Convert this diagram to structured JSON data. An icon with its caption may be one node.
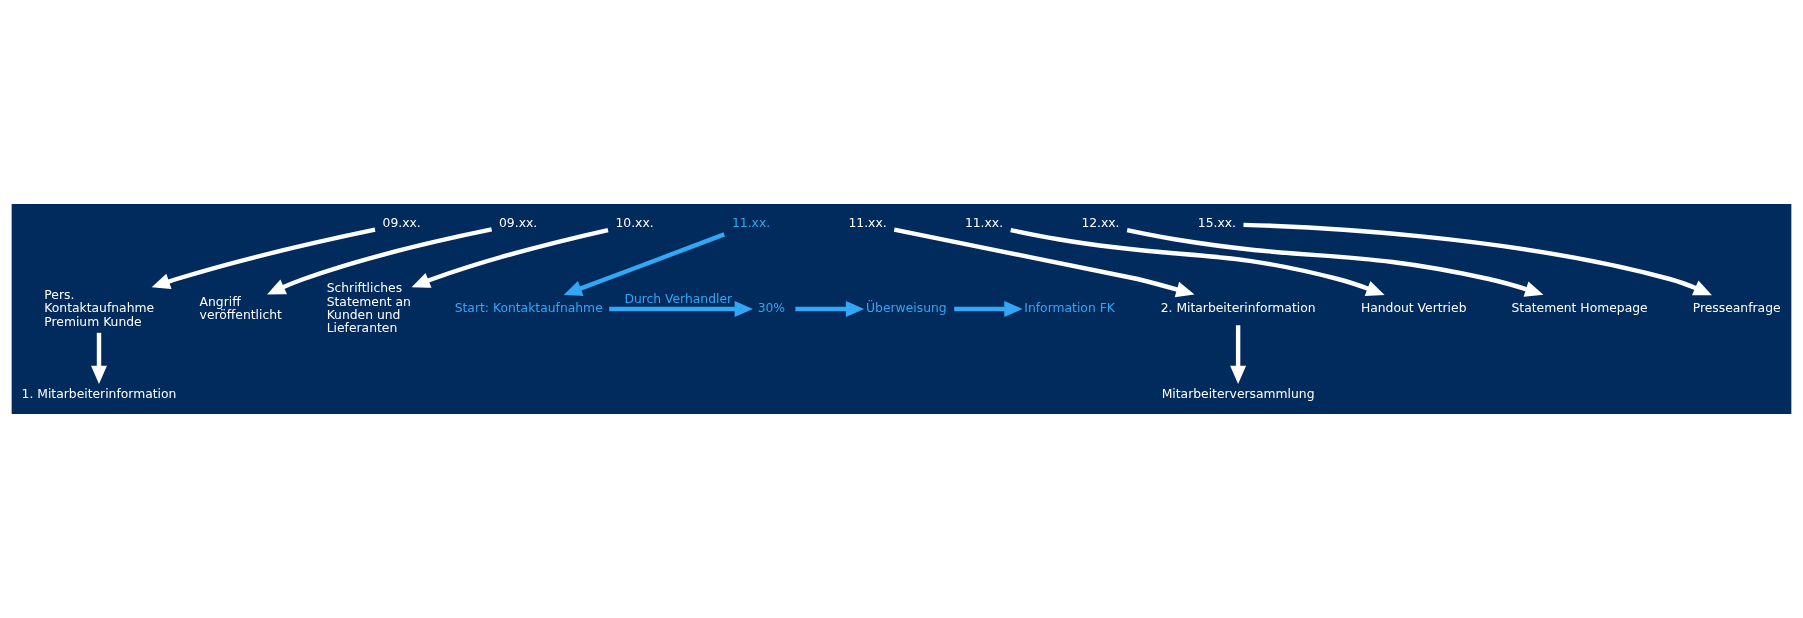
{
  "diagram": {
    "nodes": [
      {
        "text": [
          "09.xx."
        ]
      },
      {
        "text": [
          "09.xx."
        ]
      },
      {
        "text": [
          "10.xx."
        ]
      },
      {
        "text": [
          "11.xx."
        ]
      },
      {
        "text": [
          "11.xx."
        ]
      },
      {
        "text": [
          "11.xx."
        ]
      },
      {
        "text": [
          "12.xx."
        ]
      },
      {
        "text": [
          "15.xx."
        ]
      },
      {
        "text": [
          "Pers. Kontaktaufnahme Premium Kunde"
        ]
      },
      {
        "text": [
          "Angriff veröffentlicht"
        ]
      },
      {
        "text": [
          "Schriftliches Statement an Kunden und Lieferanten"
        ]
      },
      {
        "text": [
          "2. Mitarbeiterinformation"
        ]
      },
      {
        "text": [
          "Handout Vertrieb"
        ]
      },
      {
        "text": [
          "Statement Homepage"
        ]
      },
      {
        "text": [
          "Presseanfrage"
        ]
      },
      {
        "text": [
          "1. Mitarbeiterinformation"
        ]
      },
      {
        "text": [
          "Mitarbeiterversammlung"
        ]
      },
      {
        "text": [
          "Start: Kontaktaufnahme"
        ]
      },
      {
        "text": [
          "30%"
        ]
      },
      {
        "text": [
          "Überweisung"
        ]
      },
      {
        "text": [
          "Information FK"
        ]
      }
    ],
    "edges": [
      {
        "from": 0,
        "to": 8,
        "arrow": "to"
      },
      {
        "from": 1,
        "to": 9,
        "arrow": "to"
      },
      {
        "from": 2,
        "to": 10,
        "arrow": "to"
      },
      {
        "from": 3,
        "to": 17,
        "arrow": "to",
        "color": "#33a6f5"
      },
      {
        "from": 4,
        "to": 11,
        "arrow": "to"
      },
      {
        "from": 5,
        "to": 12,
        "arrow": "to"
      },
      {
        "from": 6,
        "to": 13,
        "arrow": "to"
      },
      {
        "from": 7,
        "to": 14,
        "arrow": "to"
      },
      {
        "from": 8,
        "to": 15,
        "arrow": "to"
      },
      {
        "from": 11,
        "to": 16,
        "arrow": "to"
      },
      {
        "from": 17,
        "to": 18,
        "arrow": "to",
        "label": "Durch Verhandler",
        "color": "#33a6f5"
      },
      {
        "from": 18,
        "to": 19,
        "arrow": "to",
        "color": "#33a6f5"
      },
      {
        "from": 19,
        "to": 20,
        "arrow": "to",
        "color": "#33a6f5"
      }
    ]
  }
}
